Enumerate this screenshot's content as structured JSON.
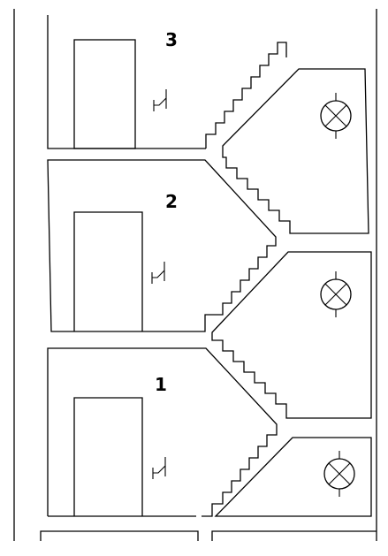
{
  "floors": [
    {
      "number": "1"
    },
    {
      "number": "2"
    },
    {
      "number": "3"
    }
  ],
  "colors": {
    "line": "#000000",
    "background": "#ffffff"
  },
  "icons": {
    "switch": "light-switch-symbol",
    "lamp": "lamp-symbol"
  }
}
